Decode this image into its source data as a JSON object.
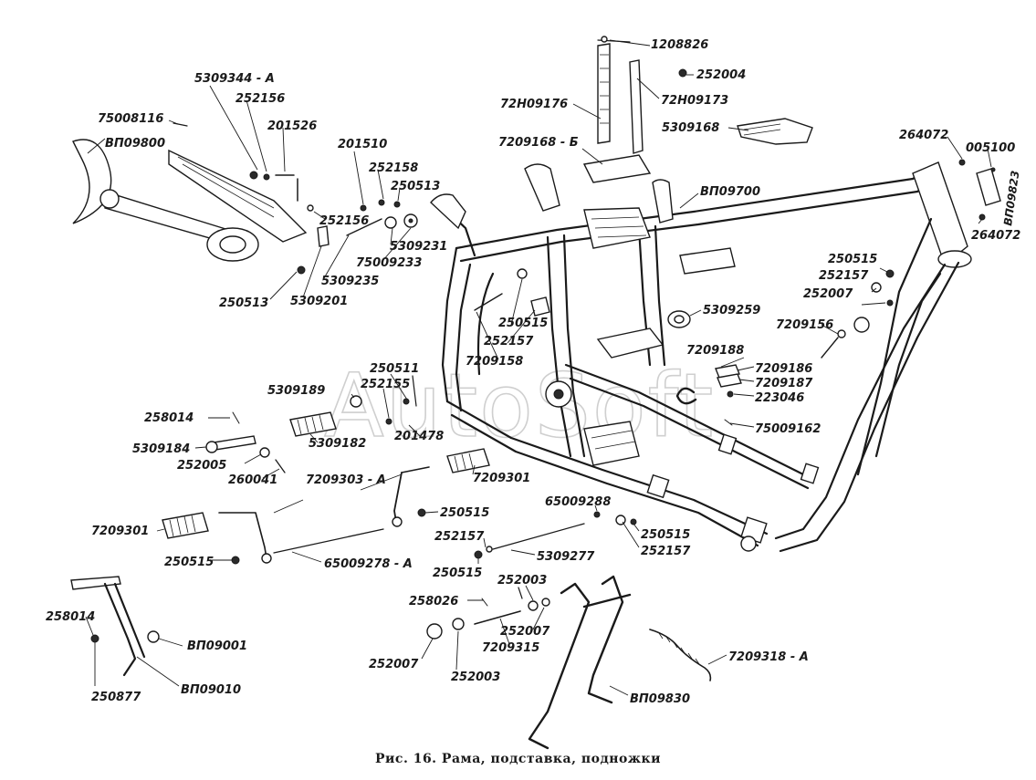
{
  "watermark": "AutoSoft",
  "caption": "Рис. 16. Рама, подставка, подножки",
  "labels": [
    {
      "id": "lbl-1208826",
      "text": "1208826"
    },
    {
      "id": "lbl-252004",
      "text": "252004"
    },
    {
      "id": "lbl-72n09173",
      "text": "72Н09173"
    },
    {
      "id": "lbl-72n09176",
      "text": "72Н09176"
    },
    {
      "id": "lbl-5309168",
      "text": "5309168"
    },
    {
      "id": "lbl-7209168b",
      "text": "7209168 - Б"
    },
    {
      "id": "lbl-vp09700",
      "text": "ВП09700"
    },
    {
      "id": "lbl-264072a",
      "text": "264072"
    },
    {
      "id": "lbl-005100",
      "text": "005100"
    },
    {
      "id": "lbl-vp09823",
      "text": "ВП09823"
    },
    {
      "id": "lbl-264072b",
      "text": "264072"
    },
    {
      "id": "lbl-5309344a",
      "text": "5309344 - А"
    },
    {
      "id": "lbl-252156a",
      "text": "252156"
    },
    {
      "id": "lbl-75008116",
      "text": "75008116"
    },
    {
      "id": "lbl-201526",
      "text": "201526"
    },
    {
      "id": "lbl-vp09800",
      "text": "ВП09800"
    },
    {
      "id": "lbl-201510",
      "text": "201510"
    },
    {
      "id": "lbl-252158",
      "text": "252158"
    },
    {
      "id": "lbl-250513a",
      "text": "250513"
    },
    {
      "id": "lbl-252156b",
      "text": "252156"
    },
    {
      "id": "lbl-5309231",
      "text": "5309231"
    },
    {
      "id": "lbl-75009233",
      "text": "75009233"
    },
    {
      "id": "lbl-5309235",
      "text": "5309235"
    },
    {
      "id": "lbl-250513b",
      "text": "250513"
    },
    {
      "id": "lbl-5309201",
      "text": "5309201"
    },
    {
      "id": "lbl-250515a",
      "text": "250515"
    },
    {
      "id": "lbl-252157a",
      "text": "252157"
    },
    {
      "id": "lbl-252007a",
      "text": "252007"
    },
    {
      "id": "lbl-5309259",
      "text": "5309259"
    },
    {
      "id": "lbl-7209156",
      "text": "7209156"
    },
    {
      "id": "lbl-250515b",
      "text": "250515"
    },
    {
      "id": "lbl-252157b",
      "text": "252157"
    },
    {
      "id": "lbl-7209158",
      "text": "7209158"
    },
    {
      "id": "lbl-7209188",
      "text": "7209188"
    },
    {
      "id": "lbl-7209186",
      "text": "7209186"
    },
    {
      "id": "lbl-7209187",
      "text": "7209187"
    },
    {
      "id": "lbl-223046",
      "text": "223046"
    },
    {
      "id": "lbl-75009162",
      "text": "75009162"
    },
    {
      "id": "lbl-250511",
      "text": "250511"
    },
    {
      "id": "lbl-252155",
      "text": "252155"
    },
    {
      "id": "lbl-5309189",
      "text": "5309189"
    },
    {
      "id": "lbl-258014a",
      "text": "258014"
    },
    {
      "id": "lbl-5309182",
      "text": "5309182"
    },
    {
      "id": "lbl-201478",
      "text": "201478"
    },
    {
      "id": "lbl-5309184",
      "text": "5309184"
    },
    {
      "id": "lbl-252005",
      "text": "252005"
    },
    {
      "id": "lbl-260041",
      "text": "260041"
    },
    {
      "id": "lbl-7209303a",
      "text": "7209303 - А"
    },
    {
      "id": "lbl-7209301a",
      "text": "7209301"
    },
    {
      "id": "lbl-7209301b",
      "text": "7209301"
    },
    {
      "id": "lbl-250515c",
      "text": "250515"
    },
    {
      "id": "lbl-250515d",
      "text": "250515"
    },
    {
      "id": "lbl-65009278a",
      "text": "65009278 - А"
    },
    {
      "id": "lbl-65009288",
      "text": "65009288"
    },
    {
      "id": "lbl-252157c",
      "text": "252157"
    },
    {
      "id": "lbl-250515e",
      "text": "250515"
    },
    {
      "id": "lbl-252157d",
      "text": "252157"
    },
    {
      "id": "lbl-5309277",
      "text": "5309277"
    },
    {
      "id": "lbl-250515f",
      "text": "250515"
    },
    {
      "id": "lbl-258014b",
      "text": "258014"
    },
    {
      "id": "lbl-vp09001",
      "text": "ВП09001"
    },
    {
      "id": "lbl-250877",
      "text": "250877"
    },
    {
      "id": "lbl-vp09010",
      "text": "ВП09010"
    },
    {
      "id": "lbl-258026",
      "text": "258026"
    },
    {
      "id": "lbl-252003a",
      "text": "252003"
    },
    {
      "id": "lbl-252007b",
      "text": "252007"
    },
    {
      "id": "lbl-7209315",
      "text": "7209315"
    },
    {
      "id": "lbl-252007c",
      "text": "252007"
    },
    {
      "id": "lbl-252003b",
      "text": "252003"
    },
    {
      "id": "lbl-vp09830",
      "text": "ВП09830"
    },
    {
      "id": "lbl-7209318a",
      "text": "7209318 - А"
    }
  ]
}
